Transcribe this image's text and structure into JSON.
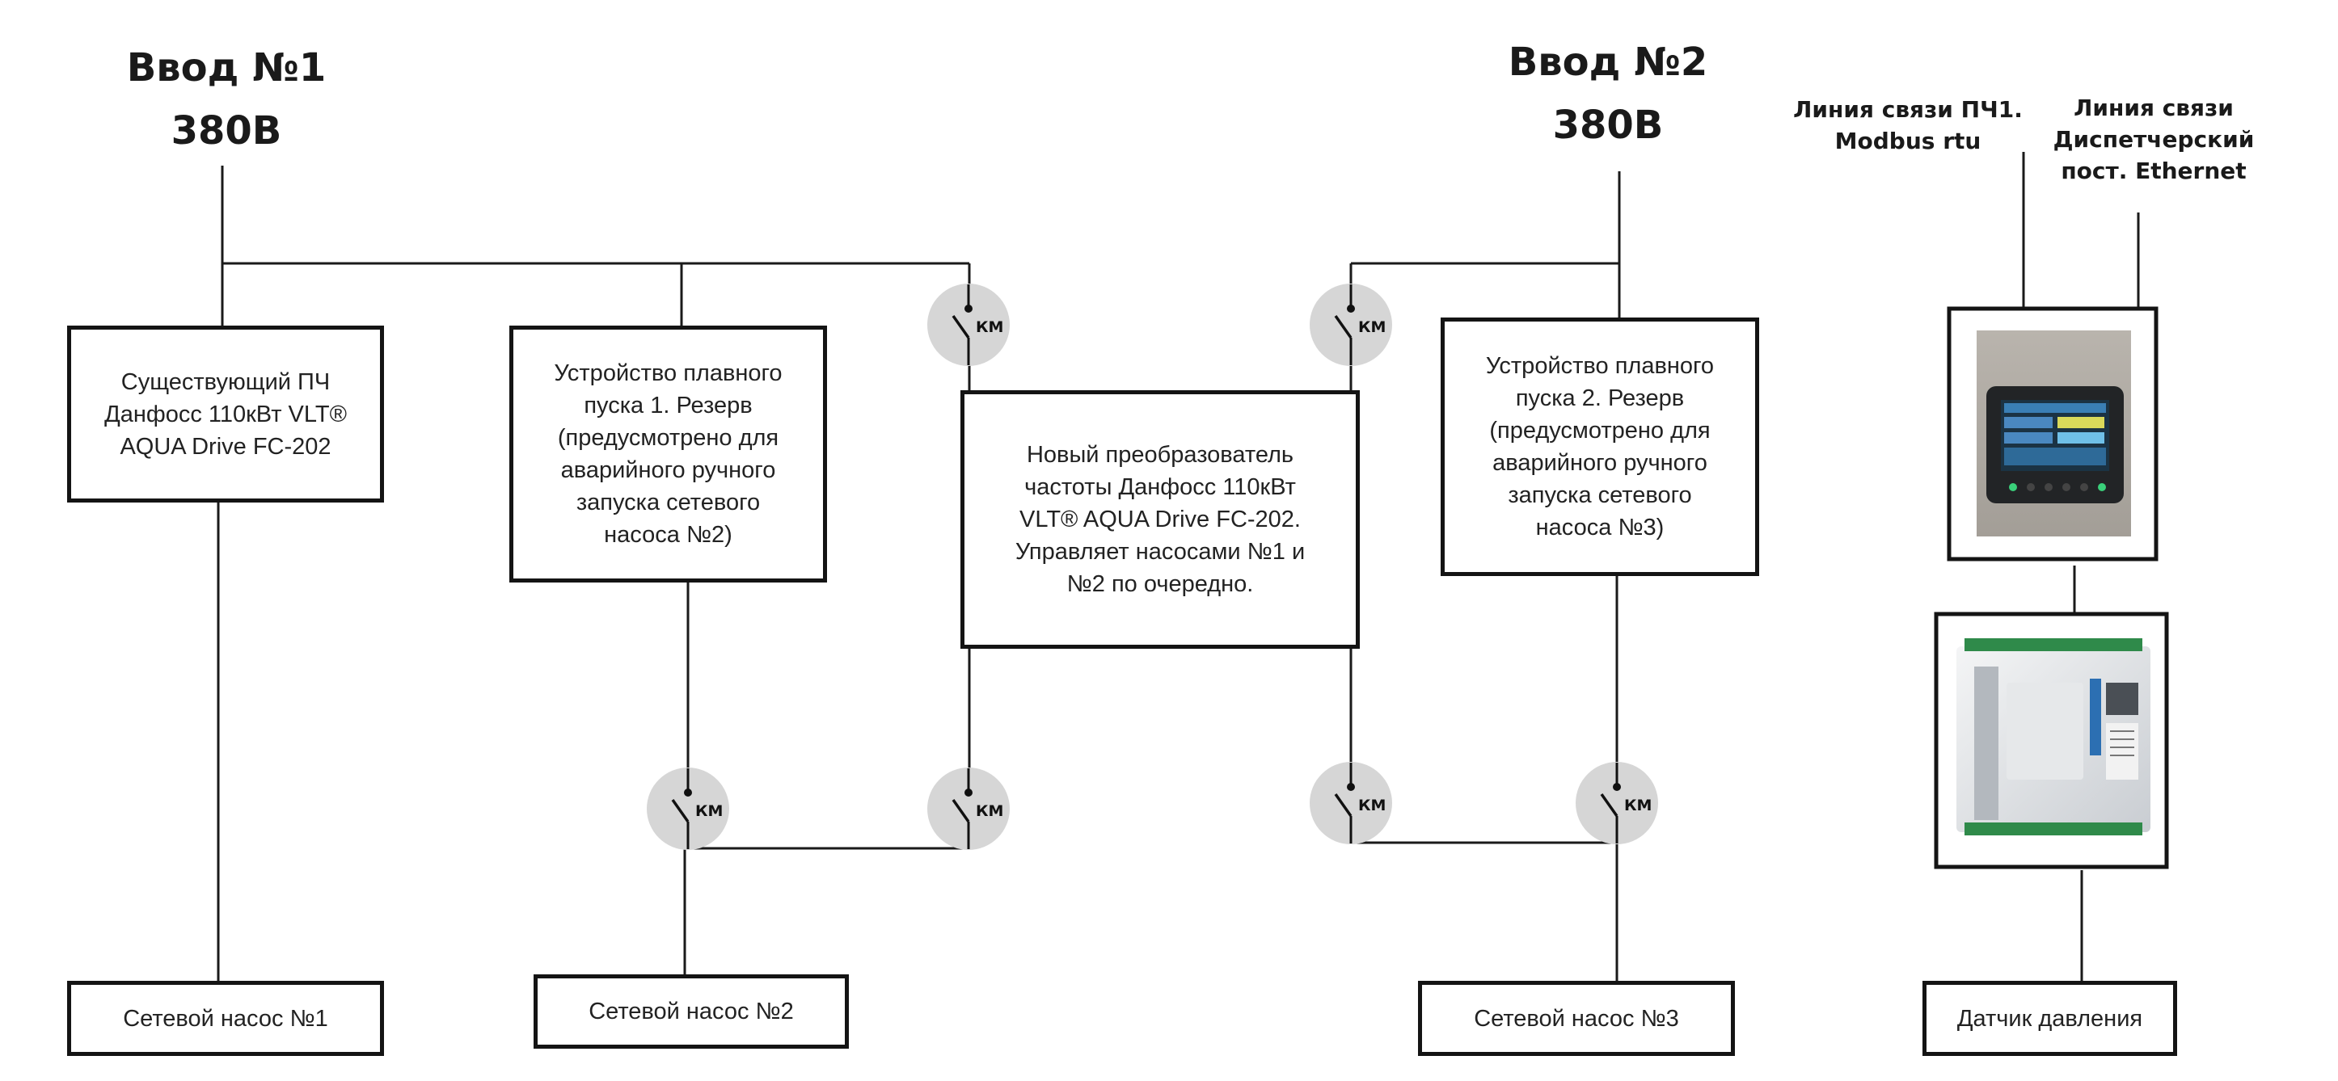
{
  "inputs": [
    {
      "title": "Ввод №1",
      "voltage": "380В"
    },
    {
      "title": "Ввод №2",
      "voltage": "380В"
    }
  ],
  "comm_lines": [
    {
      "lines": [
        "Линия связи ПЧ1.",
        "Modbus rtu"
      ]
    },
    {
      "lines": [
        "Линия связи",
        "Диспетчерский",
        "пост. Ethernet"
      ]
    }
  ],
  "boxes": {
    "existing_vfd": [
      "Существующий ПЧ",
      "Данфосс 110кВт VLT®",
      "AQUA Drive FC-202"
    ],
    "soft_starter_1": [
      "Устройство плавного",
      "пуска 1. Резерв",
      "(предусмотрено для",
      "аварийного ручного",
      "запуска сетевого",
      "насоса №2)"
    ],
    "new_vfd": [
      "Новый преобразователь",
      "частоты Данфосс 110кВт",
      "VLT® AQUA Drive FC-202.",
      "Управляет насосами №1 и",
      "№2 по очередно."
    ],
    "soft_starter_2": [
      "Устройство плавного",
      "пуска 2. Резерв",
      "(предусмотрено для",
      "аварийного ручного",
      "запуска сетевого",
      "насоса №3)"
    ]
  },
  "pumps": [
    "Сетевой насос №1",
    "Сетевой насос №2",
    "Сетевой насос №3"
  ],
  "pressure_sensor": "Датчик давления",
  "contactor_label": "КМ",
  "colors": {
    "line": "#1a1a1a",
    "switch_bg": "#d6d6d6",
    "border": "#141414"
  }
}
